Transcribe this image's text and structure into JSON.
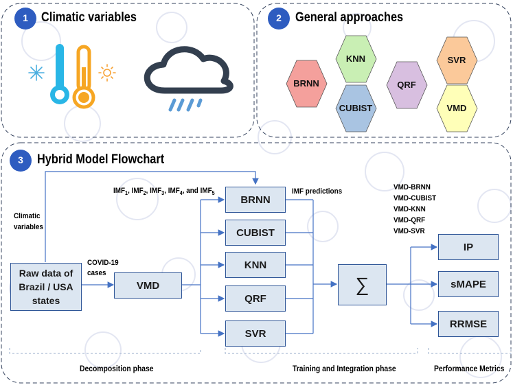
{
  "panels": {
    "p1": {
      "number": "1",
      "title": "Climatic variables"
    },
    "p2": {
      "number": "2",
      "title": "General approaches"
    },
    "p3": {
      "number": "3",
      "title": "Hybrid Model Flowchart"
    }
  },
  "approaches": [
    "BRNN",
    "KNN",
    "CUBIST",
    "QRF",
    "SVR",
    "VMD"
  ],
  "flow": {
    "raw_data": "Raw data of Brazil / USA states",
    "climatic_variables": "Climatic variables",
    "covid_cases": "COVID-19 cases",
    "vmd": "VMD",
    "imf_parts": [
      "IMF",
      "1",
      ", IMF",
      "2",
      ", IMF",
      "3",
      ", IMF",
      "4",
      ", and IMF",
      "5"
    ],
    "imf_predictions": "IMF predictions",
    "models": [
      "BRNN",
      "CUBIST",
      "KNN",
      "QRF",
      "SVR"
    ],
    "sum_symbol": "∑",
    "hybrid_models": [
      "VMD-BRNN",
      "VMD-CUBIST",
      "VMD-KNN",
      "VMD-QRF",
      "VMD-SVR"
    ],
    "metrics": [
      "IP",
      "sMAPE",
      "RRMSE"
    ]
  },
  "phases": {
    "decomposition": "Decomposition phase",
    "training": "Training and Integration phase",
    "performance": "Performance Metrics"
  },
  "colors": {
    "badge": "#2e5cc0",
    "box_fill": "#dce6f1",
    "box_border": "#2e5597",
    "arrow": "#4472c4",
    "hex_brnn": "#f4a09c",
    "hex_knn": "#c9efb4",
    "hex_cubist": "#a9c4e2",
    "hex_qrf": "#d8bfe0",
    "hex_svr": "#fbc99a",
    "hex_vmd": "#ffffb8"
  }
}
